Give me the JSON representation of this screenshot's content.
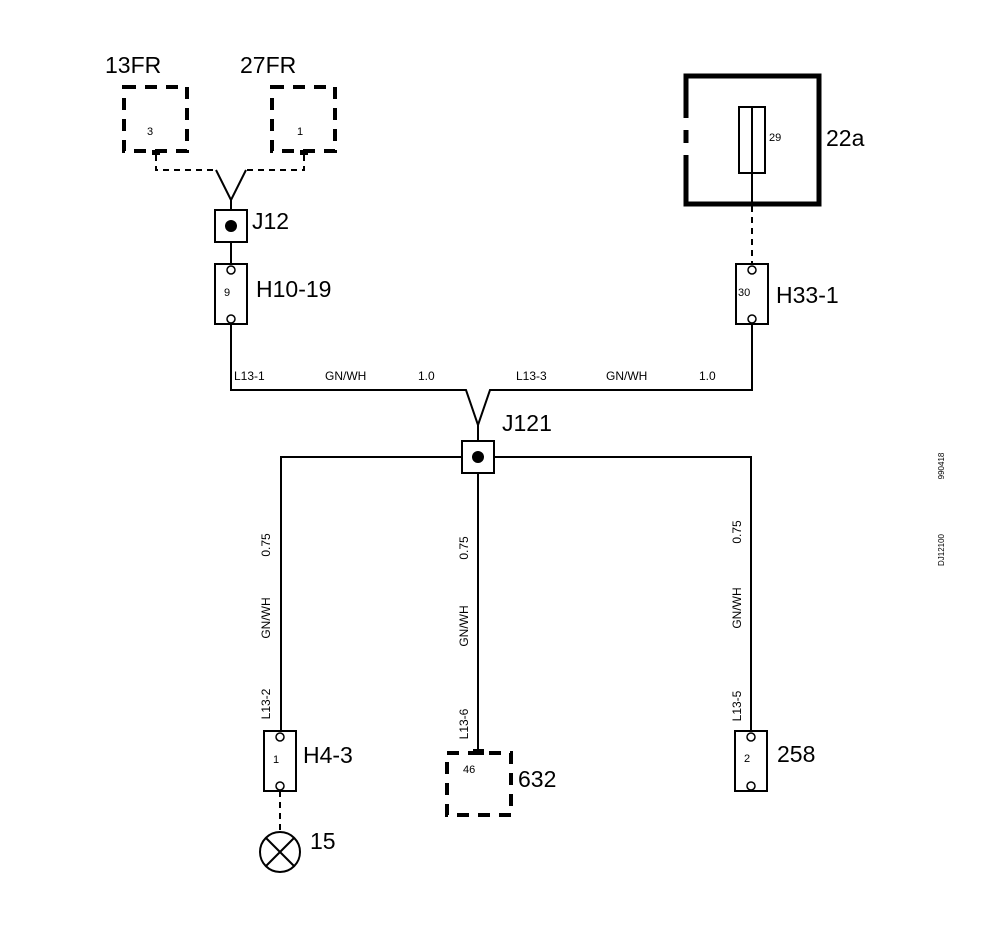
{
  "components": {
    "c13fr": {
      "label": "13FR",
      "pin": "3"
    },
    "c27fr": {
      "label": "27FR",
      "pin": "1"
    },
    "c22a": {
      "label": "22a",
      "pin": "29"
    },
    "c632": {
      "label": "632",
      "pin": "46"
    },
    "c15": {
      "label": "15"
    }
  },
  "splices": {
    "j12": {
      "label": "J12"
    },
    "j121": {
      "label": "J121"
    }
  },
  "connectors": {
    "h10_19": {
      "label": "H10-19",
      "pin": "9"
    },
    "h33_1": {
      "label": "H33-1",
      "pin": "30"
    },
    "h4_3": {
      "label": "H4-3",
      "pin": "1"
    },
    "c258": {
      "label": "258",
      "pin": "2"
    }
  },
  "wires": {
    "l13_1": {
      "id": "L13-1",
      "color": "GN/WH",
      "size": "1.0"
    },
    "l13_3": {
      "id": "L13-3",
      "color": "GN/WH",
      "size": "1.0"
    },
    "l13_2": {
      "id": "L13-2",
      "color": "GN/WH",
      "size": "0.75"
    },
    "l13_6": {
      "id": "L13-6",
      "color": "GN/WH",
      "size": "0.75"
    },
    "l13_5": {
      "id": "L13-5",
      "color": "GN/WH",
      "size": "0.75"
    }
  },
  "side_codes": {
    "code_a": "990418",
    "code_b": "DJ12100"
  }
}
